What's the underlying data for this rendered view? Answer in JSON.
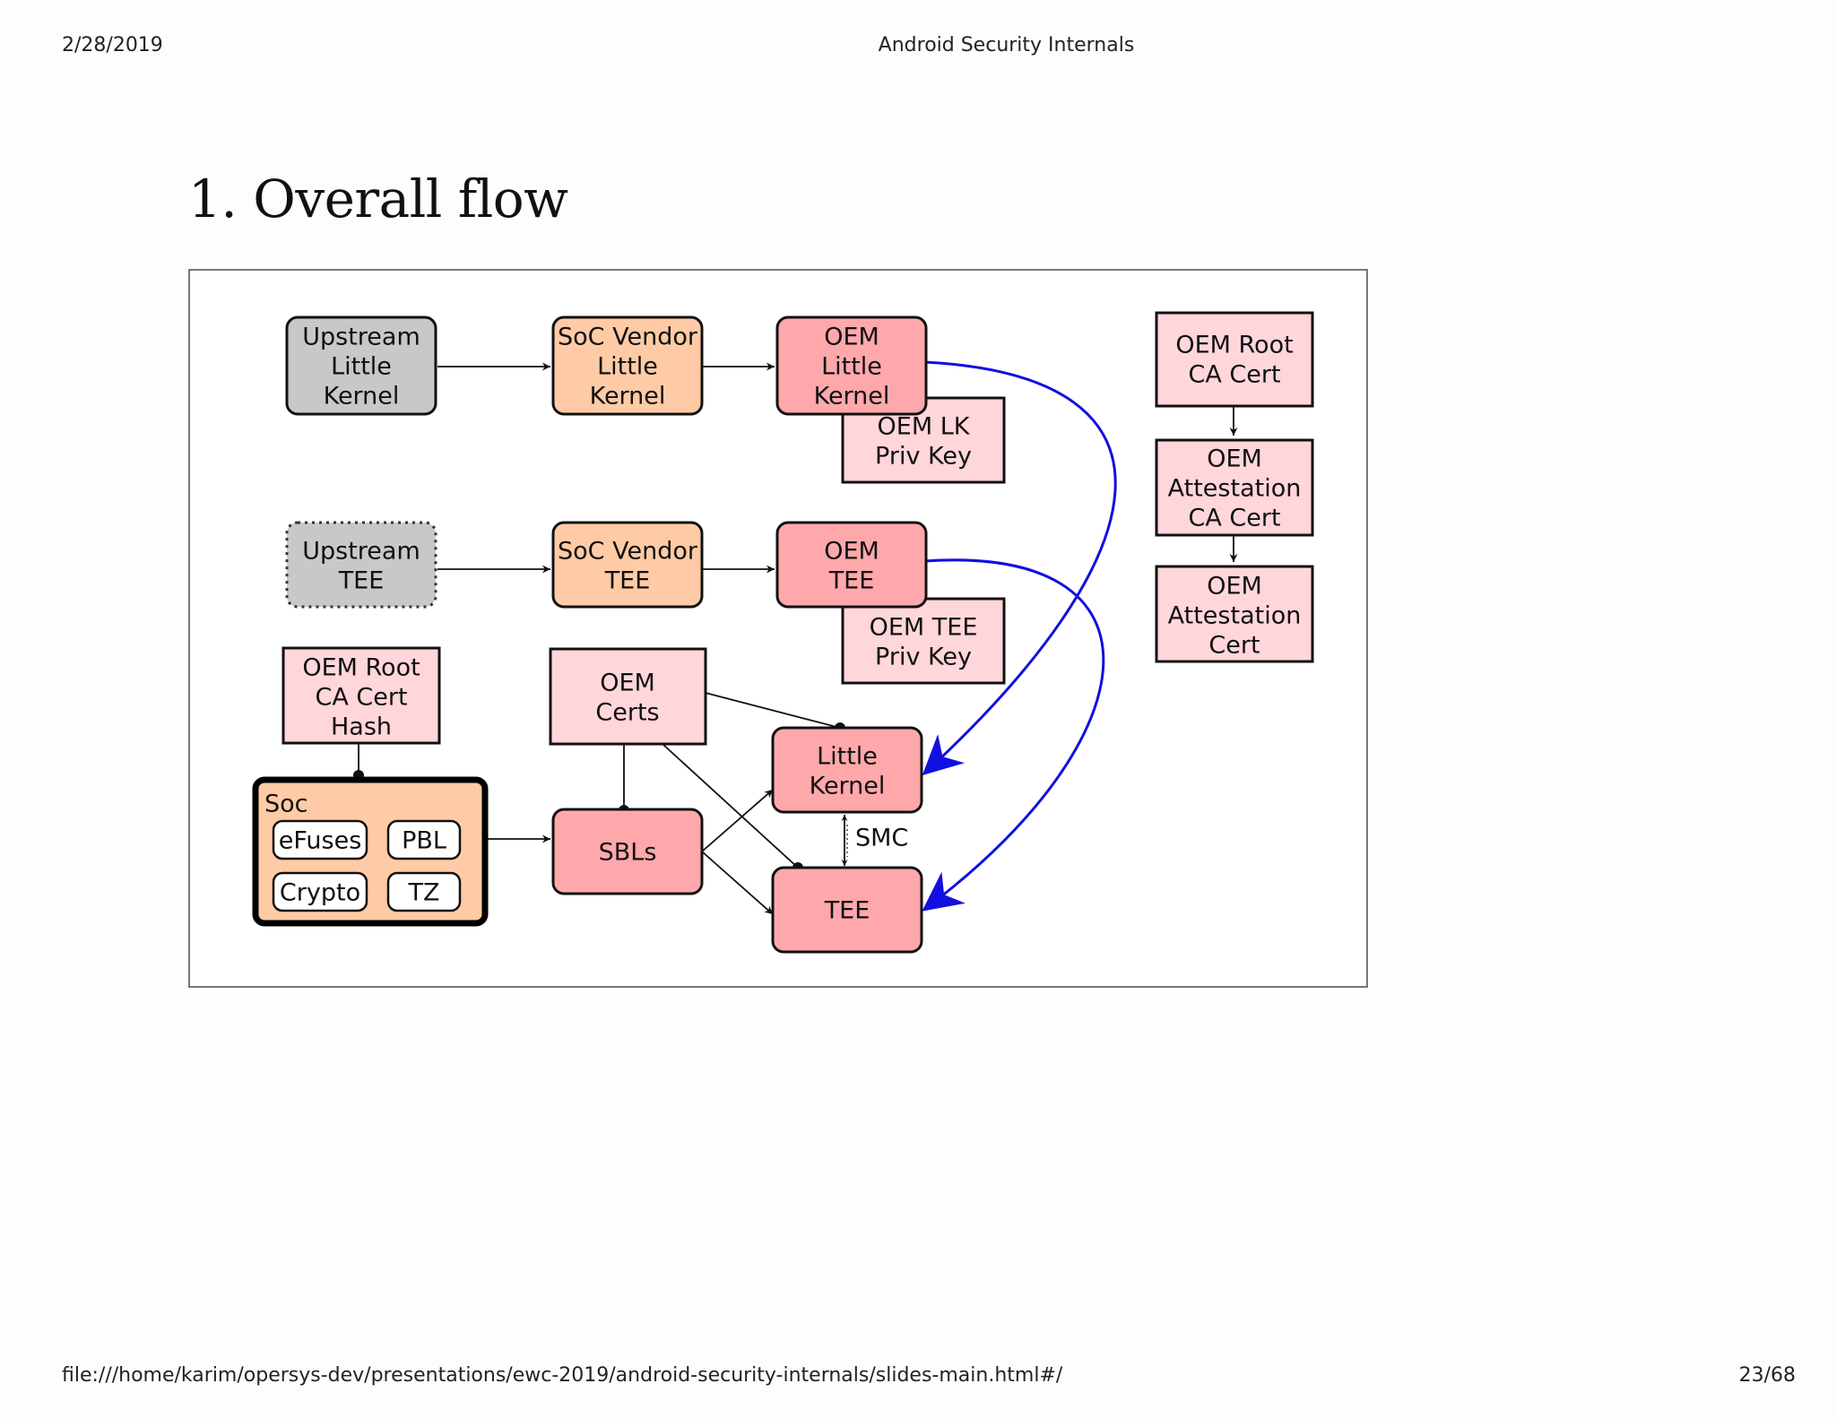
{
  "header": {
    "date": "2/28/2019",
    "title": "Android Security Internals"
  },
  "slide": {
    "title": "1. Overall flow"
  },
  "diagram": {
    "nodes": {
      "upstream_lk": [
        "Upstream",
        "Little",
        "Kernel"
      ],
      "soc_vendor_lk": [
        "SoC Vendor",
        "Little",
        "Kernel"
      ],
      "oem_lk": [
        "OEM",
        "Little",
        "Kernel"
      ],
      "oem_lk_key": [
        "OEM LK",
        "Priv Key"
      ],
      "oem_root_ca": [
        "OEM Root",
        "CA Cert"
      ],
      "oem_att_ca": [
        "OEM",
        "Attestation",
        "CA Cert"
      ],
      "oem_att_cert": [
        "OEM",
        "Attestation",
        "Cert"
      ],
      "upstream_tee": [
        "Upstream",
        "TEE"
      ],
      "soc_vendor_tee": [
        "SoC Vendor",
        "TEE"
      ],
      "oem_tee": [
        "OEM",
        "TEE"
      ],
      "oem_tee_key": [
        "OEM TEE",
        "Priv Key"
      ],
      "oem_root_hash": [
        "OEM Root",
        "CA Cert",
        "Hash"
      ],
      "oem_certs": [
        "OEM",
        "Certs"
      ],
      "little_kernel": [
        "Little",
        "Kernel"
      ],
      "soc": [
        "Soc"
      ],
      "efuses": [
        "eFuses"
      ],
      "pbl": [
        "PBL"
      ],
      "crypto": [
        "Crypto"
      ],
      "tz": [
        "TZ"
      ],
      "sbls": [
        "SBLs"
      ],
      "tee": [
        "TEE"
      ]
    },
    "smc_label": "SMC",
    "colors": {
      "gray": "#c8c8c8",
      "peach": "#ffcba6",
      "red": "#ffa8ac",
      "pink": "#ffd6da",
      "blue_arrow": "#1010e0"
    }
  },
  "footer": {
    "path": "file:///home/karim/opersys-dev/presentations/ewc-2019/android-security-internals/slides-main.html#/",
    "page": "23/68"
  }
}
